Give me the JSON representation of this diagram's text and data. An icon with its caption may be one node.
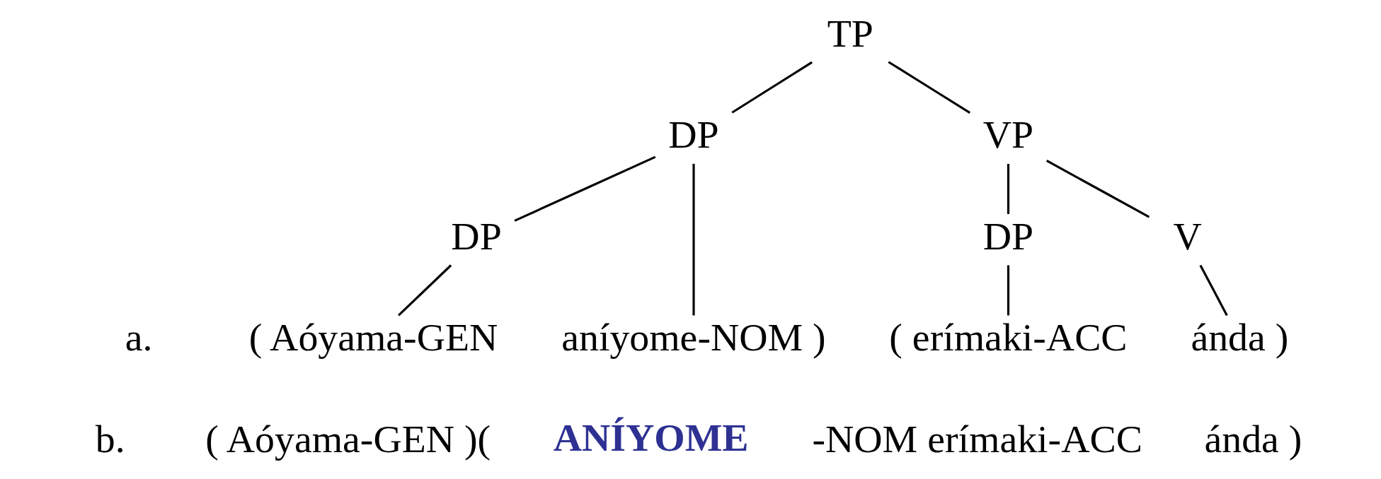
{
  "diagram": {
    "nodes": [
      {
        "text": [
          "TP"
        ]
      },
      {
        "text": [
          "DP"
        ]
      },
      {
        "text": [
          "VP"
        ]
      },
      {
        "text": [
          "DP"
        ]
      },
      {
        "text": [
          "DP"
        ]
      },
      {
        "text": [
          "V"
        ]
      },
      {
        "text": [
          "( Aóyama-GEN"
        ]
      },
      {
        "text": [
          "aníyome-NOM )"
        ]
      },
      {
        "text": [
          "( erímaki-ACC"
        ]
      },
      {
        "text": [
          "ánda )"
        ]
      }
    ],
    "edges": [
      {
        "from": 0,
        "to": 1,
        "arrow": "none"
      },
      {
        "from": 0,
        "to": 2,
        "arrow": "none"
      },
      {
        "from": 1,
        "to": 3,
        "arrow": "none"
      },
      {
        "from": 1,
        "to": 7,
        "arrow": "none"
      },
      {
        "from": 2,
        "to": 4,
        "arrow": "none"
      },
      {
        "from": 2,
        "to": 5,
        "arrow": "none"
      },
      {
        "from": 3,
        "to": 6,
        "arrow": "none"
      },
      {
        "from": 4,
        "to": 8,
        "arrow": "none"
      },
      {
        "from": 5,
        "to": 9,
        "arrow": "none"
      }
    ],
    "labels": [
      "a.",
      "b.",
      "( Aóyama-GEN )(",
      "ANÍYOME",
      "-NOM erímaki-ACC",
      "ánda )"
    ]
  }
}
